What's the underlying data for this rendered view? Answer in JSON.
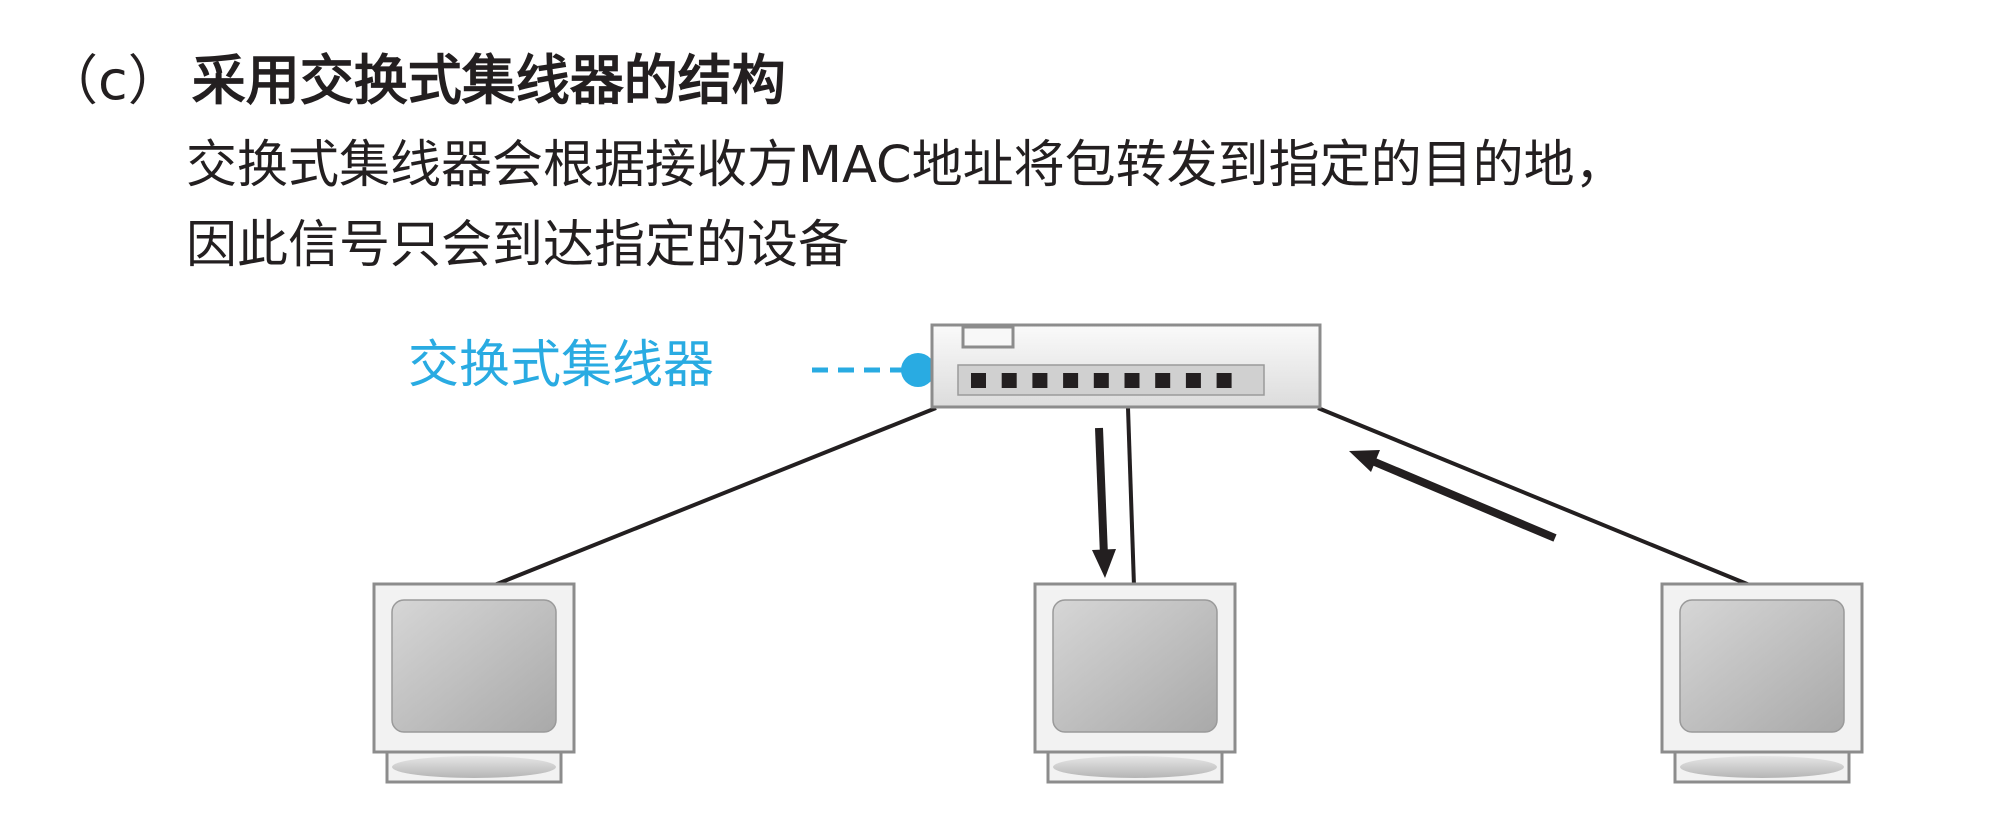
{
  "heading": {
    "tag": "（c）",
    "title": "采用交换式集线器的结构"
  },
  "description": {
    "line1": "交换式集线器会根据接收方MAC地址将包转发到指定的目的地，",
    "line2": "因此信号只会到达指定的设备"
  },
  "hub": {
    "label": "交换式集线器",
    "port_count": 9
  },
  "computers": [
    {
      "id": "left"
    },
    {
      "id": "middle"
    },
    {
      "id": "right"
    }
  ],
  "colors": {
    "text": "#231f20",
    "accent": "#29abe2",
    "device_fill": "#f2f2f2",
    "device_stroke": "#8c8c8c",
    "screen_fill": "#bdbdbd",
    "port_fill": "#231f20"
  }
}
